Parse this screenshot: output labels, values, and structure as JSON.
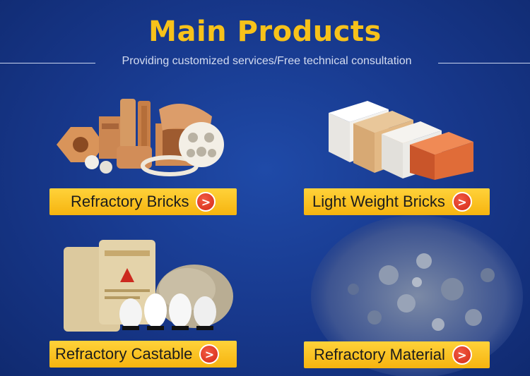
{
  "header": {
    "title": "Main Products",
    "subtitle": "Providing customized services/Free technical consultation"
  },
  "products": [
    {
      "label": "Refractory Bricks",
      "arrow_icon": "chevron-right-icon"
    },
    {
      "label": "Light Weight Bricks",
      "arrow_icon": "chevron-right-icon"
    },
    {
      "label": "Refractory Castable",
      "arrow_icon": "chevron-right-icon"
    },
    {
      "label": "Refractory Material",
      "arrow_icon": "chevron-right-icon"
    }
  ],
  "colors": {
    "background": "#17378a",
    "title": "#f7c21a",
    "label_bg": "#f6b40f",
    "arrow": "#d42a17"
  }
}
